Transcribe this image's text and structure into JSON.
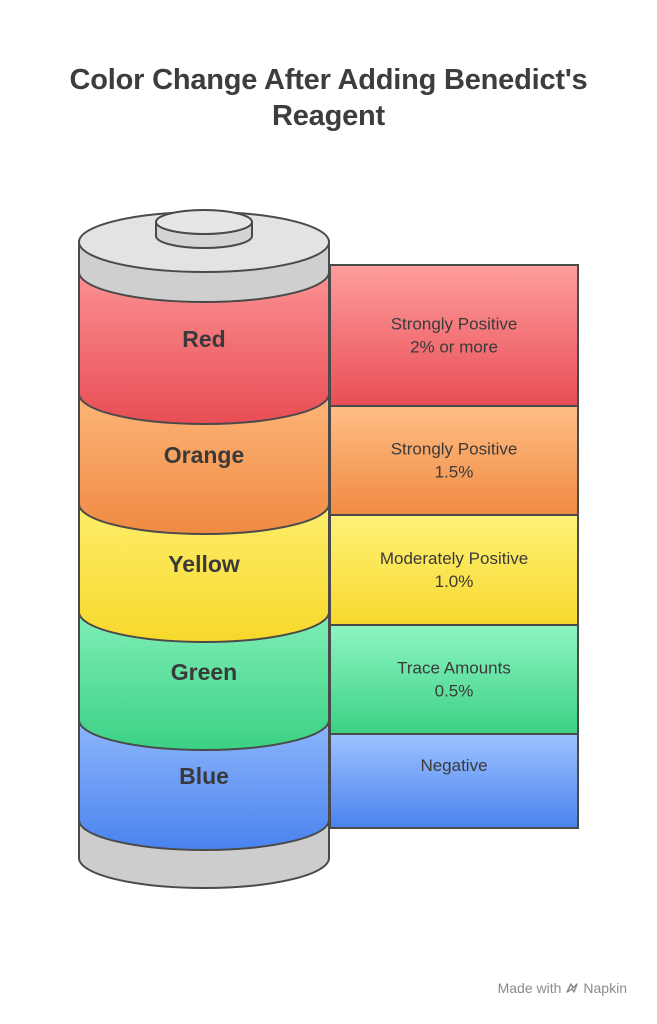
{
  "title": {
    "line1": "Color Change After Adding Benedict's",
    "line2": "Reagent"
  },
  "levels": [
    {
      "color_name": "Red",
      "result": "Strongly Positive",
      "amount": "2% or more",
      "fill": "#f5646a",
      "fill_light": "#ff9e9e",
      "fill_dark": "#e84d54"
    },
    {
      "color_name": "Orange",
      "result": "Strongly Positive",
      "amount": "1.5%",
      "fill": "#f99a55",
      "fill_light": "#ffbe85",
      "fill_dark": "#f08a42"
    },
    {
      "color_name": "Yellow",
      "result": "Moderately Positive",
      "amount": "1.0%",
      "fill": "#ffe53a",
      "fill_light": "#fff27a",
      "fill_dark": "#f7d82b"
    },
    {
      "color_name": "Green",
      "result": "Trace Amounts",
      "amount": "0.5%",
      "fill": "#4ddf95",
      "fill_light": "#8ff5c2",
      "fill_dark": "#3bd184"
    },
    {
      "color_name": "Blue",
      "result": "Negative",
      "amount": "",
      "fill": "#5b95f7",
      "fill_light": "#9dc2ff",
      "fill_dark": "#4a83ee"
    }
  ],
  "cap": {
    "fill": "#cfcfcf",
    "fill_top": "#e3e3e3",
    "stroke": "#4a4a4a"
  },
  "footer": {
    "made_with": "Made with",
    "brand": "Napkin"
  }
}
